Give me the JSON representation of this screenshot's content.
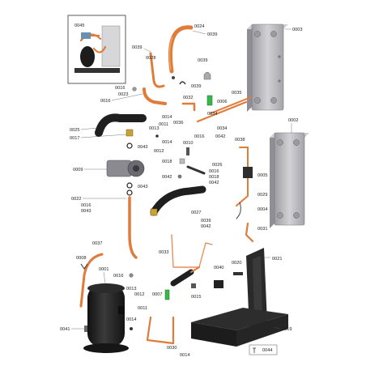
{
  "labels": {
    "c0045": "0045",
    "c0024": "0024",
    "c0039a": "0039",
    "c0003": "0003",
    "c0039b": "0039",
    "c0028": "0028",
    "c0039c": "0039",
    "c0039d": "0039",
    "c0016a": "0016",
    "c0023": "0023",
    "c0016b": "0016",
    "c0032": "0032",
    "c0035": "0035",
    "c0006": "0006",
    "c0034a": "0034",
    "c0014a": "0014",
    "c0036": "0036",
    "c0011a": "0011",
    "c0013a": "0013",
    "c0034b": "0034",
    "c0014b": "0014",
    "c0025": "0025",
    "c0017": "0017",
    "c0043a": "0043",
    "c0012a": "0012",
    "c0010": "0010",
    "c0016c": "0016",
    "c0042a": "0042",
    "c0038": "0038",
    "c0002": "0002",
    "c0018a": "0018",
    "c0026": "0026",
    "c0009": "0009",
    "c0016d": "0016",
    "c0018b": "0018",
    "c0042b": "0042",
    "c0005": "0005",
    "c0042c": "0042",
    "c0043b": "0043",
    "c0022": "0022",
    "c0016e": "0016",
    "c0043c": "0043",
    "c0029": "0029",
    "c0004": "0004",
    "c0027": "0027",
    "c0039e": "0039",
    "c0042d": "0042",
    "c0031": "0031",
    "c0037": "0037",
    "c0033": "0033",
    "c0021": "0021",
    "c0008": "0008",
    "c0001": "0001",
    "c0016f": "0016",
    "c0040": "0040",
    "c0020": "0020",
    "c0013b": "0013",
    "c0012b": "0012",
    "c0007": "0007",
    "c0015": "0015",
    "c0011b": "0011",
    "c0014c": "0014",
    "c0041": "0041",
    "c0019": "0019",
    "c0030": "0030",
    "c0014d": "0014",
    "c0044": "0044"
  },
  "colors": {
    "copper": "#e07b39",
    "copper_dark": "#b8561e",
    "plate_gray": "#b9b9bd",
    "insulation": "#1f1f1f",
    "frame_dark": "#2a2a2a",
    "brass": "#c9a23a",
    "green_valve": "#3cb54a"
  }
}
